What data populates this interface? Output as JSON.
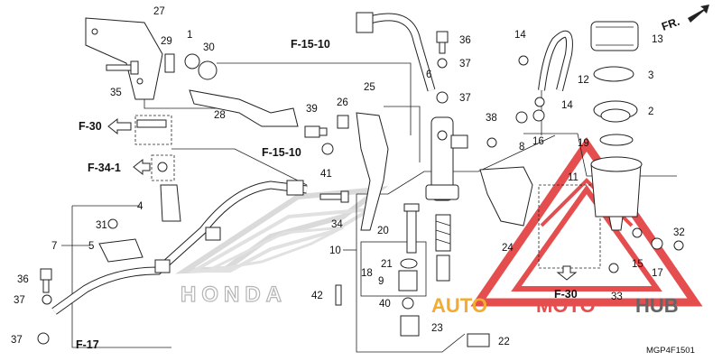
{
  "refs": {
    "f15_10_top": "F-15-10",
    "f15_10_mid": "F-15-10",
    "f30_left": "F-30",
    "f34_1": "F-34-1",
    "f17": "F-17",
    "f30_bottom": "F-30",
    "fr": "FR."
  },
  "callouts": [
    "1",
    "2",
    "3",
    "4",
    "5",
    "6",
    "7",
    "8",
    "9",
    "10",
    "11",
    "12",
    "13",
    "14",
    "14",
    "15",
    "16",
    "17",
    "18",
    "19",
    "20",
    "21",
    "22",
    "23",
    "24",
    "25",
    "26",
    "27",
    "28",
    "29",
    "30",
    "31",
    "32",
    "33",
    "34",
    "35",
    "36",
    "36",
    "37",
    "37",
    "37",
    "38",
    "39",
    "40",
    "41",
    "42"
  ],
  "watermark": {
    "brand": "HONDA",
    "auto": "AUTO",
    "moto": "MOTO",
    "hub": "HUB"
  },
  "diagram_code": "MGP4F1501",
  "colors": {
    "watermark_red": "#e23b3b",
    "watermark_orange": "#f2a21b",
    "watermark_gray": "#bcbcbc",
    "line": "#222222"
  }
}
